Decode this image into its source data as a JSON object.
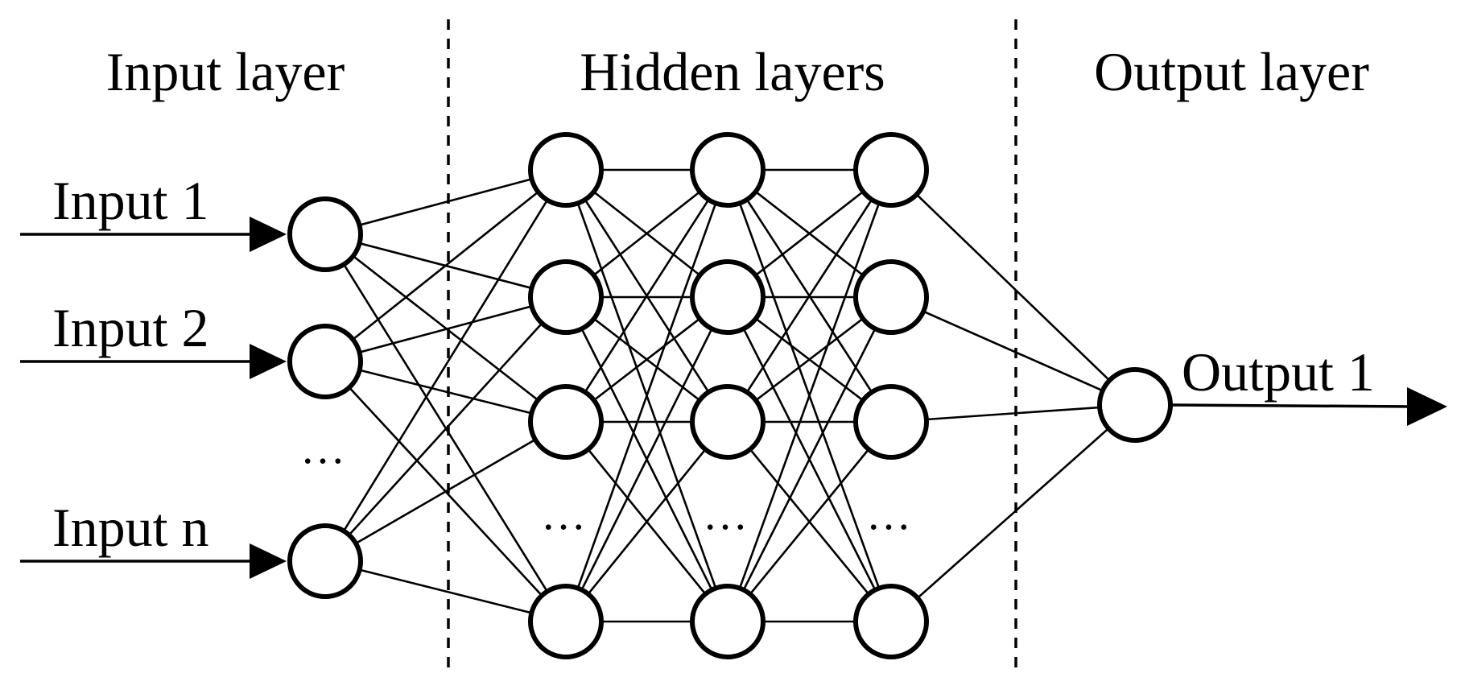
{
  "layer_titles": {
    "input": "Input layer",
    "hidden": "Hidden layers",
    "output": "Output layer"
  },
  "inputs": [
    "Input 1",
    "Input 2",
    "Input n"
  ],
  "output": "Output 1",
  "ellipsis": "…",
  "network": {
    "input_nodes_shown": 3,
    "hidden_layers": 3,
    "hidden_nodes_shown_per_layer": 4,
    "output_nodes": 1,
    "connectivity": "fully-connected"
  },
  "colors": {
    "stroke": "#000000",
    "background": "#ffffff"
  }
}
